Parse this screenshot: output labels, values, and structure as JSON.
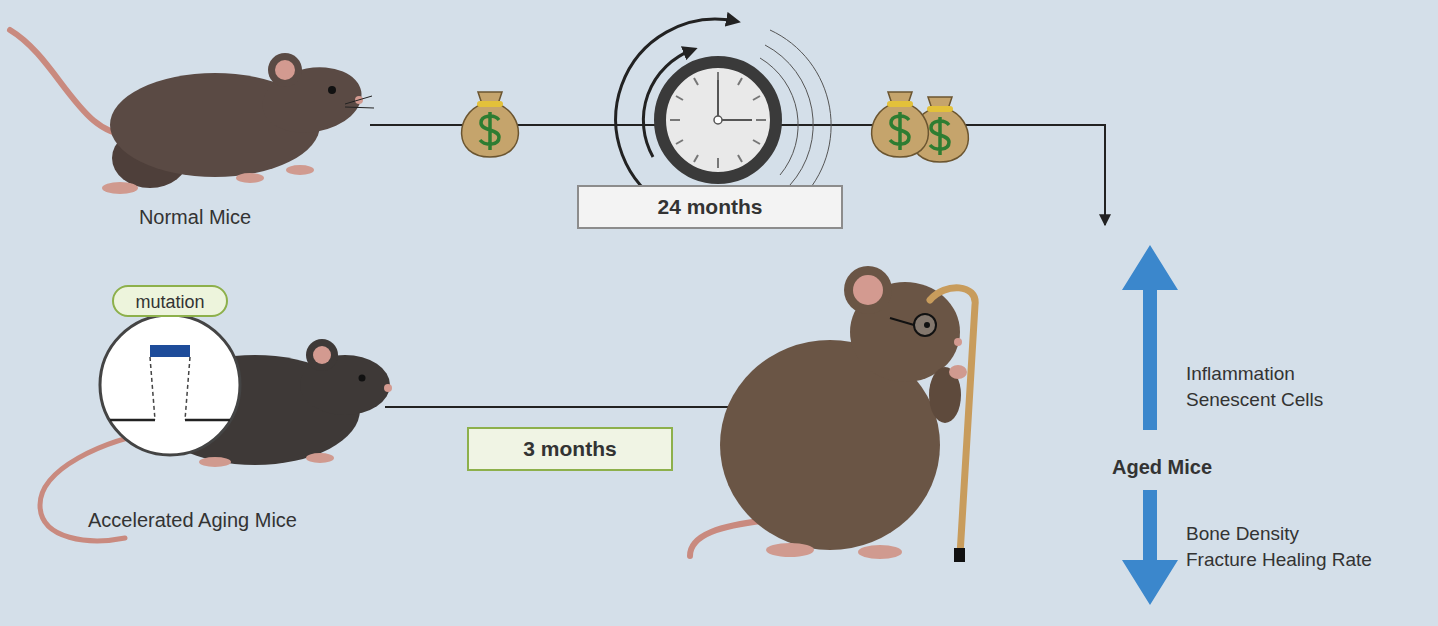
{
  "diagram": {
    "nodes": [
      {
        "text": [
          "Normal Mice"
        ]
      },
      {
        "text": [
          "24 months"
        ]
      },
      {
        "text": [
          "Accelerated Aging Mice"
        ]
      },
      {
        "text": [
          "mutation"
        ],
        "in": 2
      },
      {
        "text": [
          "3 months"
        ]
      },
      {
        "text": [
          "Aged Mice"
        ]
      }
    ],
    "edges": [
      {
        "from": 0,
        "to": 5,
        "arrow": "to"
      },
      {
        "from": 2,
        "to": 5,
        "arrow": "to"
      }
    ],
    "labels": [
      "Inflammation",
      "Senescent Cells",
      "Bone Density",
      "Fracture Healing Rate"
    ]
  }
}
